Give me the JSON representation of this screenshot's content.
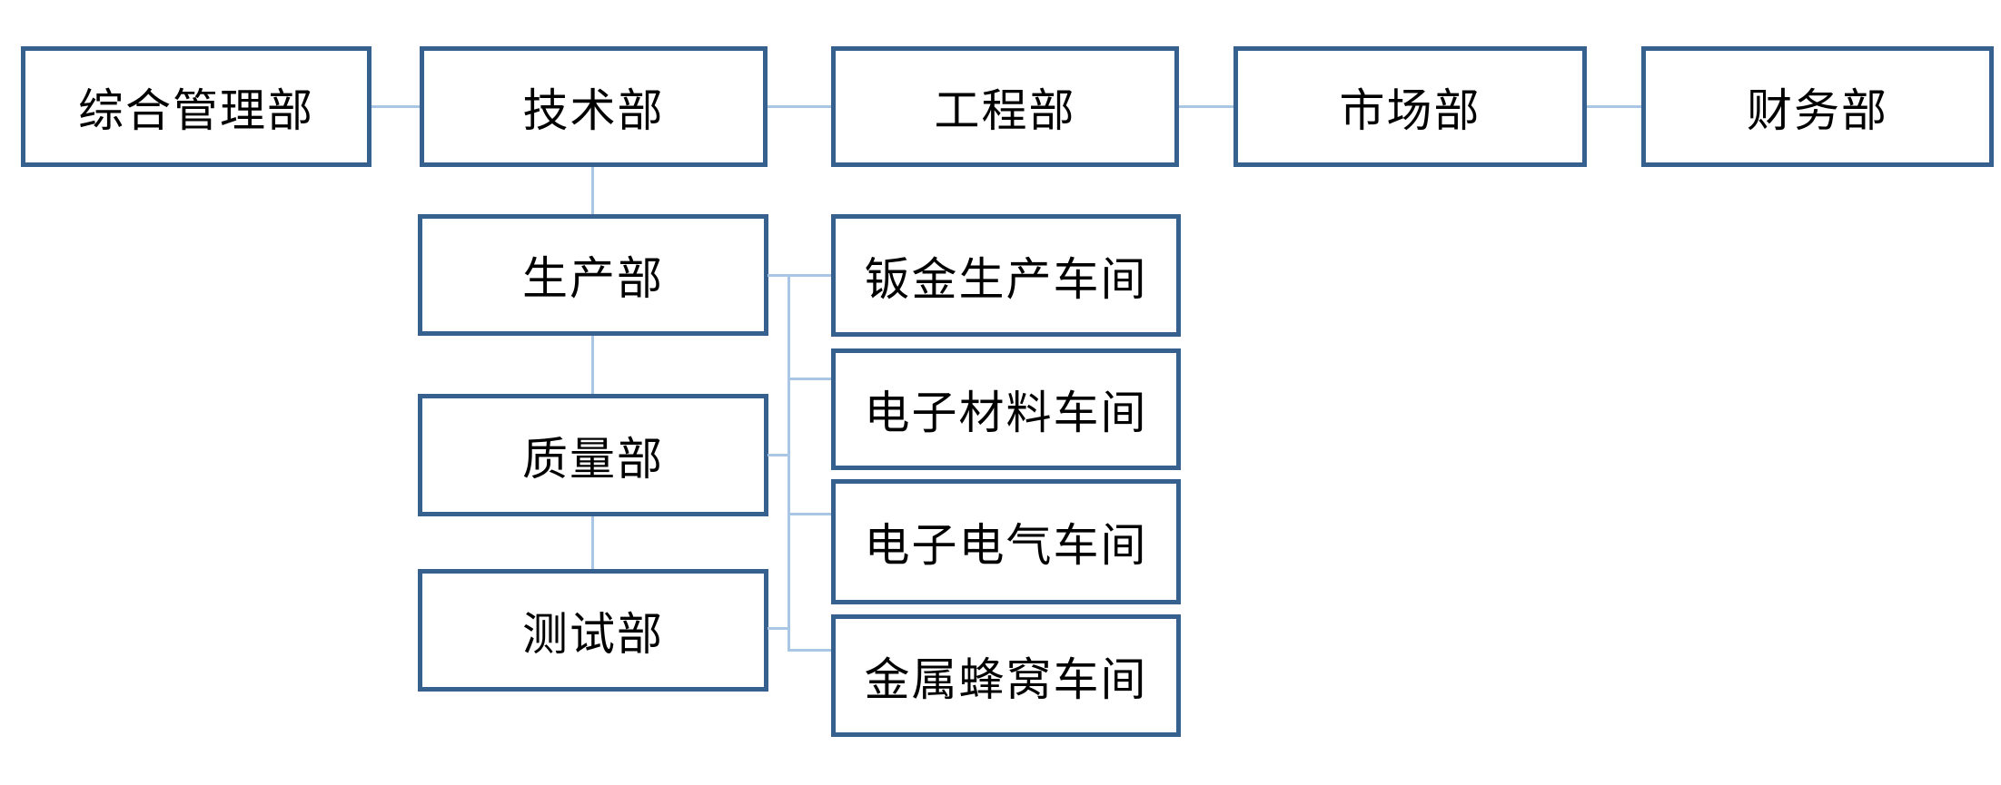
{
  "diagram": {
    "kind": "org-chart",
    "colors": {
      "box_border": "#36618E",
      "connector": "#A9C6E4",
      "text": "#000000",
      "background": "#FFFFFF"
    },
    "top_row": [
      {
        "label": "综合管理部"
      },
      {
        "label": "技术部"
      },
      {
        "label": "工程部"
      },
      {
        "label": "市场部"
      },
      {
        "label": "财务部"
      }
    ],
    "tech_children": [
      {
        "label": "生产部"
      },
      {
        "label": "质量部"
      },
      {
        "label": "测试部"
      }
    ],
    "workshops": [
      {
        "label": "钣金生产车间"
      },
      {
        "label": "电子材料车间"
      },
      {
        "label": "电子电气车间"
      },
      {
        "label": "金属蜂窝车间"
      }
    ],
    "connections": {
      "top_row_chain": [
        "综合管理部",
        "技术部",
        "工程部",
        "市场部",
        "财务部"
      ],
      "tech_vertical_chain": [
        "技术部",
        "生产部",
        "质量部",
        "测试部"
      ],
      "workshop_trunk": {
        "left_nodes": [
          "生产部",
          "质量部",
          "测试部"
        ],
        "right_nodes": [
          "钣金生产车间",
          "电子材料车间",
          "电子电气车间",
          "金属蜂窝车间"
        ]
      }
    }
  }
}
